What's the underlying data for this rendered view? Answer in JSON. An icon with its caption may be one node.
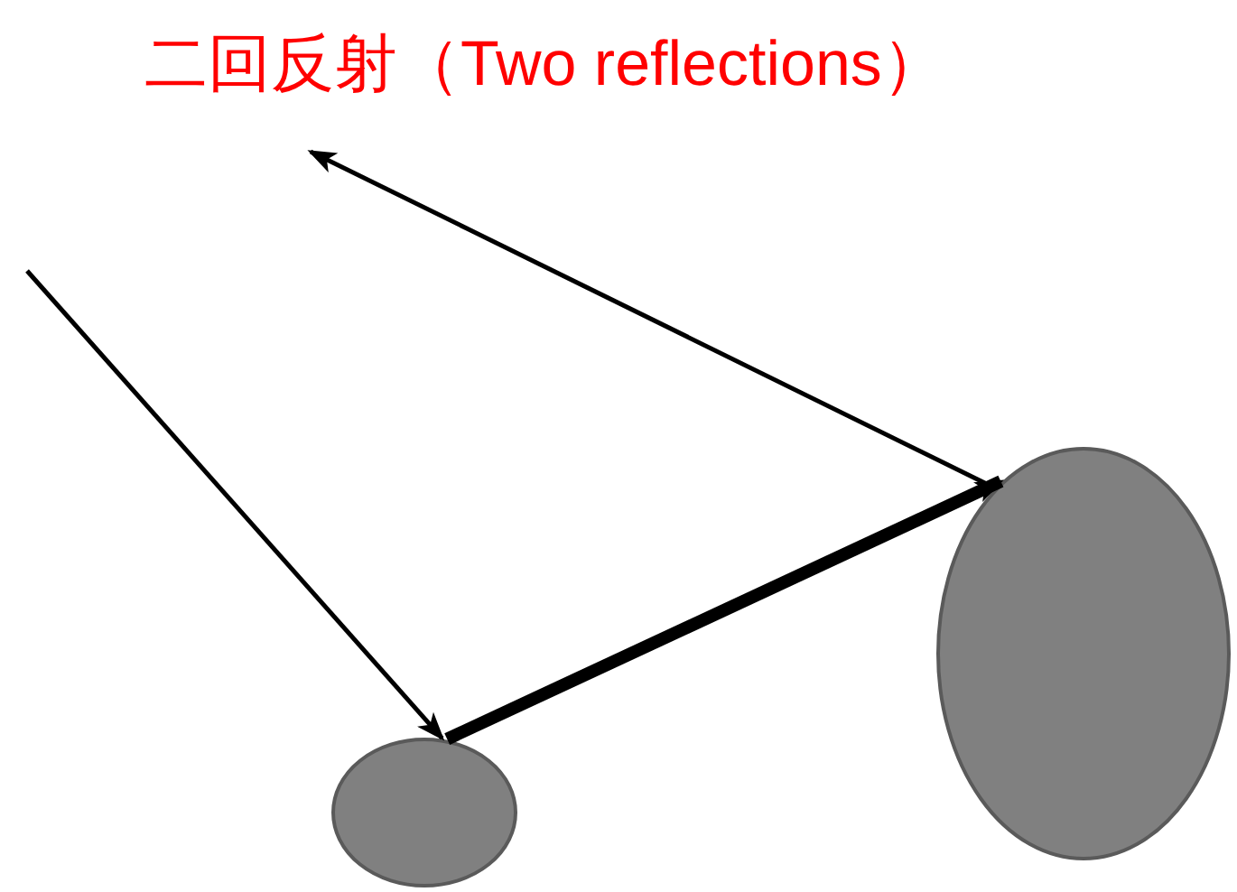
{
  "diagram": {
    "title": "二回反射（Two reflections）",
    "nodes": [
      {
        "text": [],
        "shape": "circle"
      },
      {
        "text": [],
        "shape": "circle"
      }
    ],
    "edges": [
      {
        "from": null,
        "to": 0,
        "arrow": "to"
      },
      {
        "from": 0,
        "to": 1,
        "arrow": "to",
        "style": "thick"
      },
      {
        "from": 1,
        "to": null,
        "arrow": "to"
      }
    ]
  }
}
